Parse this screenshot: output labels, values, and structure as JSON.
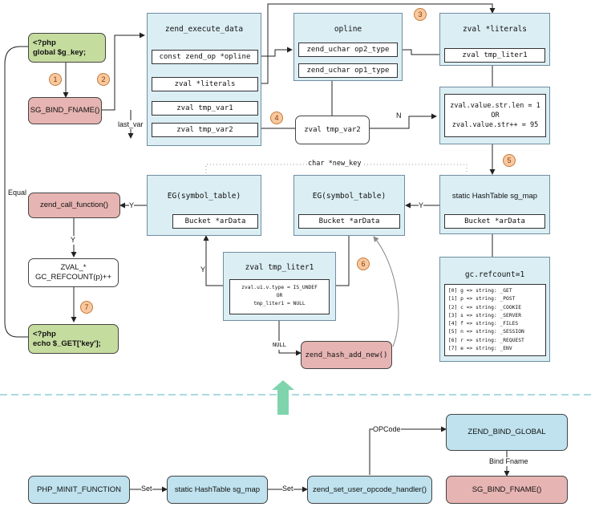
{
  "badges": [
    "1",
    "2",
    "3",
    "4",
    "5",
    "6",
    "7"
  ],
  "php_start": {
    "line1": "<?php",
    "line2": "global $g_key;"
  },
  "sg_bind_fname": "SG_BIND_FNAME()",
  "last_var": "last_var",
  "equal": "Equal",
  "zend_execute_data": {
    "title": "zend_execute_data",
    "fields": [
      "const zend_op *opline",
      "zval *literals",
      "zval tmp_var1",
      "zval tmp_var2"
    ]
  },
  "opline": {
    "title": "opline",
    "fields": [
      "zend_uchar op2_type",
      "zend_uchar op1_type"
    ]
  },
  "literals": {
    "title": "zval *literals",
    "field": "zval tmp_liter1"
  },
  "tmp_var2_node": "zval tmp_var2",
  "n_label": "N",
  "condition": {
    "line1": "zval.value.str.len = 1",
    "line2": "OR",
    "line3": "zval.value.str++ = 95"
  },
  "char_new_key": "char *new_key",
  "eg_left": {
    "title": "EG(symbol_table)",
    "field": "Bucket *arData"
  },
  "eg_mid": {
    "title": "EG(symbol_table)",
    "field": "Bucket *arData"
  },
  "sg_map": {
    "title": "static HashTable sg_map",
    "field": "Bucket *arData"
  },
  "y_label": "Y",
  "zend_call_function": "zend_call_function()",
  "zval_gc": {
    "line1": "ZVAL_*",
    "line2": "GC_REFCOUNT(p)++"
  },
  "php_end": {
    "line1": "<?php",
    "line2": "echo $_GET['key'];"
  },
  "tmp_liter1": {
    "title": "zval tmp_liter1",
    "line1": "zval.u1.v.type = IS_UNDEF",
    "line2": "OR",
    "line3": "tmp_liter1 = NULL"
  },
  "null_label": "NULL",
  "zend_hash_add_new": "zend_hash_add_new()",
  "gc": {
    "title": "gc.refcount=1",
    "lines": [
      "[0] g => string: _GET",
      "[1] p => string: _POST",
      "[2] c => string: _COOKIE",
      "[3] s => string: _SERVER",
      "[4] f => string: _FILES",
      "[5] n => string: _SESSION",
      "[6] r => string: _REQUEST",
      "[7] e => string: _ENV"
    ]
  },
  "bottom": {
    "php_minit": "PHP_MINIT_FUNCTION",
    "set1": "Set",
    "sg_map": "static HashTable sg_map",
    "set2": "Set",
    "opcode_handler": "zend_set_user_opcode_handler()",
    "opcode_label": "OPCode",
    "bind_global": "ZEND_BIND_GLOBAL",
    "bind_fname_label": "Bind Fname",
    "sg_bind_fname": "SG_BIND_FNAME()"
  },
  "colors": {
    "green": "#c5dc9f",
    "pink": "#e6b4b2",
    "panel": "#dbeef4",
    "blue": "#bfe2ee",
    "badge": "#f8c9a0",
    "up_arrow": "#7fd4ad",
    "divider": "#a9dbe0"
  }
}
